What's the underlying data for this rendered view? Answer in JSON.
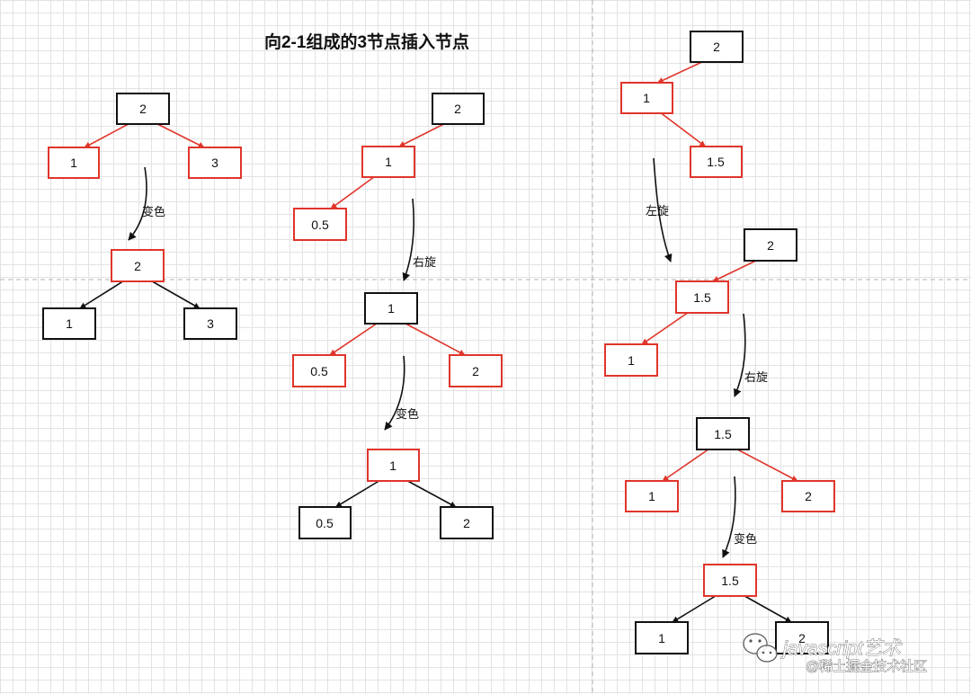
{
  "title": "向2-1组成的3节点插入节点",
  "colors": {
    "red": "#e0352b",
    "black": "#111111",
    "grid": "#e3e3e3",
    "divider": "#b3b3b3"
  },
  "nodes": {
    "a1": {
      "label": "2",
      "color": "black"
    },
    "a2": {
      "label": "1",
      "color": "red"
    },
    "a3": {
      "label": "3",
      "color": "red"
    },
    "a4": {
      "label": "2",
      "color": "red"
    },
    "a5": {
      "label": "1",
      "color": "black"
    },
    "a6": {
      "label": "3",
      "color": "black"
    },
    "b1": {
      "label": "2",
      "color": "black"
    },
    "b2": {
      "label": "1",
      "color": "red"
    },
    "b3": {
      "label": "0.5",
      "color": "red"
    },
    "b4": {
      "label": "1",
      "color": "black"
    },
    "b5": {
      "label": "0.5",
      "color": "red"
    },
    "b6": {
      "label": "2",
      "color": "red"
    },
    "b7": {
      "label": "1",
      "color": "red"
    },
    "b8": {
      "label": "0.5",
      "color": "black"
    },
    "b9": {
      "label": "2",
      "color": "black"
    },
    "c1": {
      "label": "2",
      "color": "black"
    },
    "c2": {
      "label": "1",
      "color": "red"
    },
    "c3": {
      "label": "1.5",
      "color": "red"
    },
    "c4": {
      "label": "2",
      "color": "black"
    },
    "c5": {
      "label": "1.5",
      "color": "red"
    },
    "c6": {
      "label": "1",
      "color": "red"
    },
    "c7": {
      "label": "1.5",
      "color": "black"
    },
    "c8": {
      "label": "1",
      "color": "red"
    },
    "c9": {
      "label": "2",
      "color": "red"
    },
    "c10": {
      "label": "1.5",
      "color": "red"
    },
    "c11": {
      "label": "1",
      "color": "black"
    },
    "c12": {
      "label": "2",
      "color": "black"
    }
  },
  "edges": [
    {
      "from": "a1",
      "to": "a2",
      "color": "red"
    },
    {
      "from": "a1",
      "to": "a3",
      "color": "red"
    },
    {
      "from": "a4",
      "to": "a5",
      "color": "black"
    },
    {
      "from": "a4",
      "to": "a6",
      "color": "black"
    },
    {
      "from": "b1",
      "to": "b2",
      "color": "red"
    },
    {
      "from": "b2",
      "to": "b3",
      "color": "red"
    },
    {
      "from": "b4",
      "to": "b5",
      "color": "red"
    },
    {
      "from": "b4",
      "to": "b6",
      "color": "red"
    },
    {
      "from": "b7",
      "to": "b8",
      "color": "black"
    },
    {
      "from": "b7",
      "to": "b9",
      "color": "black"
    },
    {
      "from": "c1",
      "to": "c2",
      "color": "red"
    },
    {
      "from": "c2",
      "to": "c3",
      "color": "red"
    },
    {
      "from": "c4",
      "to": "c5",
      "color": "red"
    },
    {
      "from": "c5",
      "to": "c6",
      "color": "red"
    },
    {
      "from": "c7",
      "to": "c8",
      "color": "red"
    },
    {
      "from": "c7",
      "to": "c9",
      "color": "red"
    },
    {
      "from": "c10",
      "to": "c11",
      "color": "black"
    },
    {
      "from": "c10",
      "to": "c12",
      "color": "black"
    }
  ],
  "operations": {
    "a_recolor": "变色",
    "b_rotate": "右旋",
    "b_recolor": "变色",
    "c_rotate_left": "左旋",
    "c_rotate_right": "右旋",
    "c_recolor": "变色"
  },
  "watermark": {
    "line1": "javascript艺术",
    "line2": "@稀土掘金技术社区",
    "icon": "wechat-icon"
  }
}
